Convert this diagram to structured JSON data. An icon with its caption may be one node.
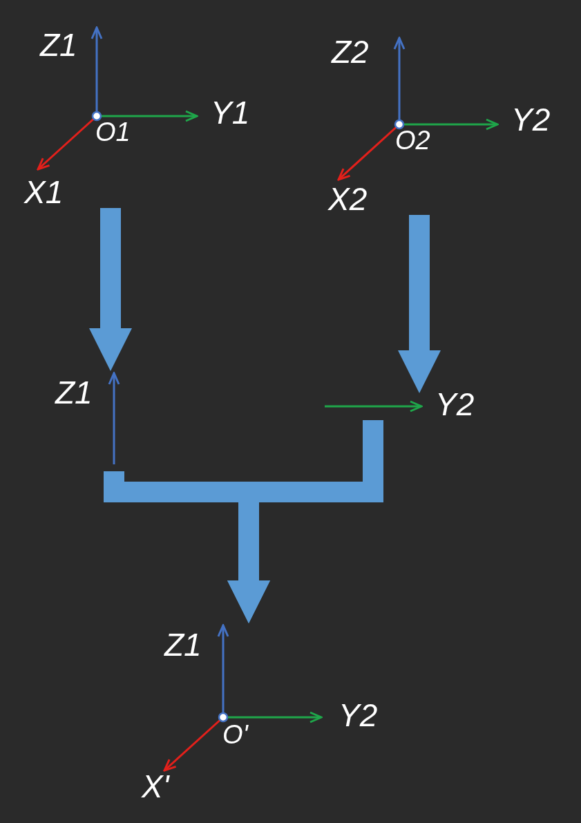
{
  "diagram": {
    "nodes": [
      {
        "text": [
          "Z1",
          "Y1",
          "O1",
          "X1"
        ]
      },
      {
        "text": [
          "Z2",
          "Y2",
          "O2",
          "X2"
        ]
      },
      {
        "text": [
          "Z1"
        ]
      },
      {
        "text": [
          "Y2"
        ]
      },
      {
        "text": [
          "Z1",
          "Y2",
          "O'",
          "X'"
        ]
      }
    ],
    "edges": [
      {
        "from": 0,
        "to": 2,
        "arrow": "to"
      },
      {
        "from": 1,
        "to": 3,
        "arrow": "to"
      },
      {
        "from": 2,
        "to": 4,
        "arrow": "to"
      },
      {
        "from": 3,
        "to": 4,
        "arrow": "to"
      }
    ]
  }
}
